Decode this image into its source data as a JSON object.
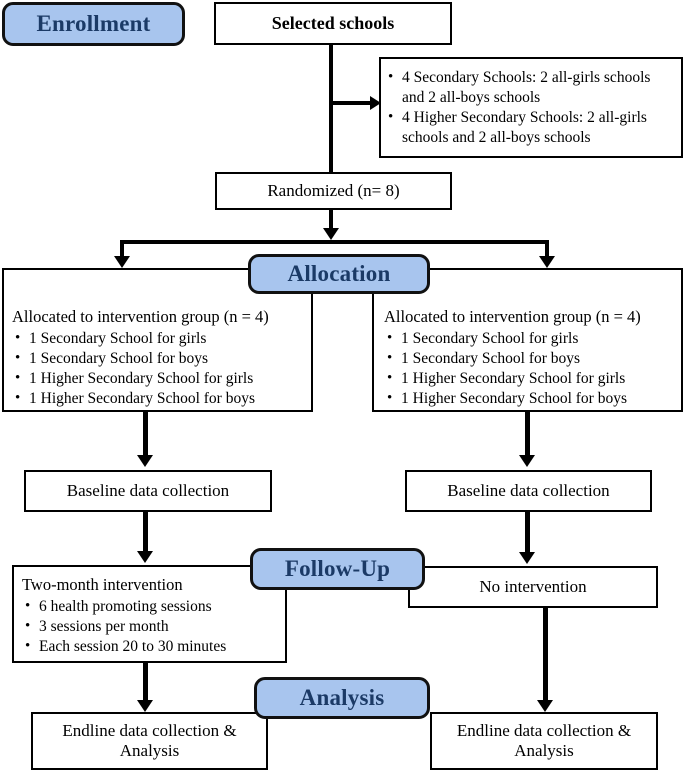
{
  "diagram": {
    "title": "CONSORT study flow diagram",
    "accent_blue": "#a8c5ee",
    "badge_text_color": "#1b3a66",
    "line_color": "#000000"
  },
  "stages": {
    "enrollment": "Enrollment",
    "allocation": "Allocation",
    "followup": "Follow-Up",
    "analysis": "Analysis"
  },
  "enrollment": {
    "selected_schools": "Selected schools",
    "school_breakdown": [
      "4 Secondary Schools: 2 all-girls schools and 2 all-boys schools",
      "4 Higher Secondary Schools: 2 all-girls schools and 2 all-boys schools"
    ],
    "randomized": "Randomized (n= 8)"
  },
  "allocation": {
    "left": {
      "lead": "Allocated to intervention group (n = 4)",
      "items": [
        "1 Secondary School for girls",
        "1 Secondary School for boys",
        "1 Higher Secondary School for girls",
        "1 Higher Secondary School for boys"
      ]
    },
    "right": {
      "lead": "Allocated to intervention group (n = 4)",
      "items": [
        "1 Secondary School for girls",
        "1 Secondary School for boys",
        "1 Higher Secondary School for girls",
        "1 Higher Secondary School for boys"
      ]
    }
  },
  "baseline": {
    "left": "Baseline data collection",
    "right": "Baseline data collection"
  },
  "followup": {
    "left": {
      "lead": "Two-month intervention",
      "items": [
        "6 health promoting sessions",
        "3 sessions per month",
        "Each session 20 to 30 minutes"
      ]
    },
    "right": "No intervention"
  },
  "analysis": {
    "left": "Endline data collection & Analysis",
    "right": "Endline data collection & Analysis"
  }
}
